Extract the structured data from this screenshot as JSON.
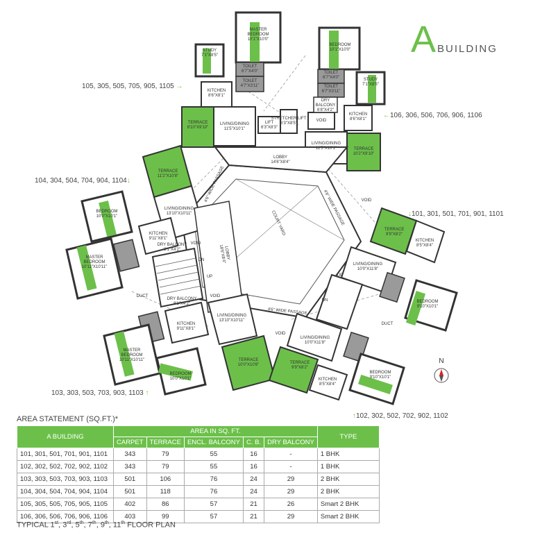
{
  "title": {
    "letter": "A",
    "word": "BUILDING"
  },
  "unit_groups": [
    {
      "id": "g105",
      "text": "105, 305, 505, 705, 905, 1105"
    },
    {
      "id": "g106",
      "text": "106, 306, 506, 706, 906, 1106"
    },
    {
      "id": "g104",
      "text": "104, 304, 504, 704, 904, 1104"
    },
    {
      "id": "g101",
      "text": "101, 301, 501, 701, 901, 1101"
    },
    {
      "id": "g103",
      "text": "103, 303, 503, 703, 903, 1103"
    },
    {
      "id": "g102",
      "text": "102, 302, 502, 702, 902, 1102"
    }
  ],
  "rooms": {
    "master_bedroom_top": "MASTER\nBEDROOM\n10'1\"X10'0\"",
    "bedroom_top": "BEDROOM\n10'1\"X10'0\"",
    "study_left": "STUDY\n7'1\"X8'5\"",
    "study_right": "STUDY\n7'1\"X8'5\"",
    "toilet1": "TOILET\n6'7\"X4'0\"",
    "toilet2": "TOILET\n4'7\"X3'11\"",
    "toilet3": "TOILET\n6'7\"X4'0\"",
    "toilet4": "TOILET\n6'7\"X3'11\"",
    "dry_balcony_top": "DRY\nBALCONY\n6'8\"X4'2\"",
    "kitchen_tl": "KITCHEN\n8'6\"X8'1\"",
    "kitchen_tr": "KITCHEN\n8'6\"X8'1\"",
    "terrace_tl": "TERRACE\n8'10\"X9'10\"",
    "terrace_tr": "TERRACE\n10'2\"X9'10\"",
    "living_tl": "LIVING/DINING\n11'5\"X10'1\"",
    "living_tr": "LIVING/DINING\n11'5\"X10'1\"",
    "lift": "LIFT\n6'3\"X8'3\"",
    "stretcher_lift": "STRETCHER LIFT\n6'3\"X8'5\"",
    "void_top": "VOID",
    "lobby_top": "LOBBY\n14'6\"X8'4\"",
    "terrace_l": "TERRACE\n11'2\"X10'8\"",
    "living_l": "LIVING/DINING\n13'10\"X10'11\"",
    "bedroom_l": "BEDROOM\n10'0\"X10'1\"",
    "master_bedroom_l": "MASTER\nBEDROOM\n10'11\"X10'11\"",
    "kitchen_l": "KITCHEN\n9'11\"X8'1\"",
    "dry_balcony_l": "DRY BALCONY\n8'1\"X4'2\"",
    "void_l": "VOID",
    "dn": "DN",
    "up": "UP",
    "lobby_l": "LOBBY\n18'6\"X8'4\"",
    "duct_l": "DUCT",
    "dry_balcony_l2": "DRY BALCONY\n8'1\"X4'2\"",
    "void_l2": "VOID",
    "kitchen_l2": "KITCHEN\n9'11\"X8'1\"",
    "living_bl": "LIVING/DINING\n13'10\"X10'11\"",
    "master_bedroom_bl": "MASTER\nBEDROOM\n10'11\"X10'11\"",
    "bedroom_bl": "BEDROOM\n10'0\"X10'1\"",
    "terrace_bl": "TERRACE\n10'0\"X10'8\"",
    "passage_1": "4'6\" WIDE PASSAGE",
    "passage_2": "4'6\" WIDE PASSAGE",
    "passage_3": "4'6\" WIDE PASSAGE",
    "void_r": "VOID",
    "terrace_r": "TERRACE\n9'9\"X8'2\"",
    "kitchen_r": "KITCHEN\n8'5\"X8'4\"",
    "living_r": "LIVING/DINING\n10'0\"X11'8\"",
    "bedroom_r": "BEDROOM\n9'10\"X10'1\"",
    "duct_r": "DUCT",
    "living_br": "LIVING/DINING\n10'0\"X11'8\"",
    "void_br": "VOID",
    "terrace_br": "TERRACE\n9'9\"X8'2\"",
    "kitchen_br": "KITCHEN\n8'5\"X8'4\"",
    "bedroom_br": "BEDROOM\n9'10\"X10'1\"",
    "up_r": "UP",
    "dn_r": "DN",
    "court": "COURT YARD"
  },
  "compass_label": "N",
  "statement_title": "AREA STATEMENT (SQ.FT.)*",
  "table": {
    "building_header": "A BUILDING",
    "area_header": "AREA IN SQ. FT.",
    "type_header": "TYPE",
    "columns": [
      "CARPET",
      "TERRACE",
      "ENCL. BALCONY",
      "C. B.",
      "DRY BALCONY"
    ],
    "rows": [
      {
        "units": "101, 301, 501, 701, 901, 1101",
        "carpet": "343",
        "terrace": "79",
        "encl": "55",
        "cb": "16",
        "dry": "-",
        "type": "1 BHK"
      },
      {
        "units": "102, 302, 502, 702, 902, 1102",
        "carpet": "343",
        "terrace": "79",
        "encl": "55",
        "cb": "16",
        "dry": "-",
        "type": "1 BHK"
      },
      {
        "units": "103, 303, 503, 703, 903, 1103",
        "carpet": "501",
        "terrace": "106",
        "encl": "76",
        "cb": "24",
        "dry": "29",
        "type": "2 BHK"
      },
      {
        "units": "104, 304, 504, 704, 904, 1104",
        "carpet": "501",
        "terrace": "118",
        "encl": "76",
        "cb": "24",
        "dry": "29",
        "type": "2 BHK"
      },
      {
        "units": "105, 305, 505, 705, 905, 1105",
        "carpet": "402",
        "terrace": "86",
        "encl": "57",
        "cb": "21",
        "dry": "26",
        "type": "Smart 2 BHK"
      },
      {
        "units": "106, 306, 506, 706, 906, 1106",
        "carpet": "403",
        "terrace": "99",
        "encl": "57",
        "cb": "21",
        "dry": "29",
        "type": "Smart 2 BHK"
      }
    ]
  },
  "footer": {
    "prefix": "TYPICAL 1",
    "s1": "st",
    "c1": ", 3",
    "s3": "rd",
    "c3": ", 5",
    "s5": "th",
    "c5": ", 7",
    "s7": "th",
    "c7": ", 9",
    "s9": "th",
    "c9": ", 11",
    "s11": "th",
    "suffix": " FLOOR PLAN"
  },
  "colors": {
    "green": "#6cc04a",
    "wall": "#333333",
    "grey": "#9a9a9a"
  }
}
